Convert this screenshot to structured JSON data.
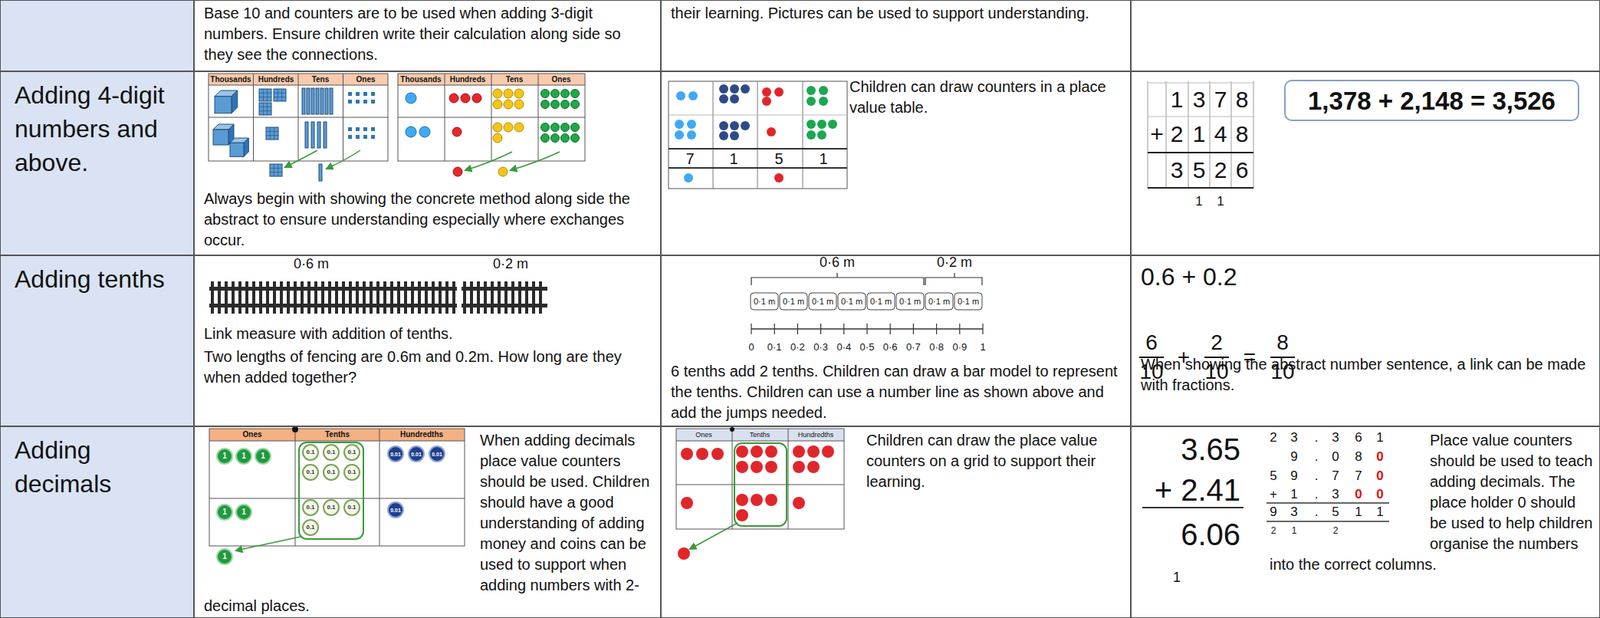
{
  "diagram": {
    "nodes": [
      {
        "text": [
          "Base 10 and counters are to be used when adding 3-digit numbers. Ensure children write their calculation along side so they see the connections."
        ]
      },
      {
        "text": [
          "their learning. Pictures can be used to support understanding."
        ]
      },
      {
        "text": [
          "Adding 4-digit numbers and above."
        ]
      },
      {
        "text": [
          "Always begin with showing the concrete method along side the abstract to ensure understanding especially where exchanges occur."
        ]
      },
      {
        "text": [
          "Children can draw counters in a place value table."
        ]
      },
      {
        "text": [
          "1,378 + 2,148 = 3,526"
        ]
      },
      {
        "text": [
          "Adding tenths"
        ]
      },
      {
        "text": [
          "Link measure with addition of tenths.",
          "Two lengths of fencing are 0.6m and 0.2m. How long are they when added together?"
        ]
      },
      {
        "text": [
          "6 tenths add 2 tenths. Children can draw a bar model to represent the tenths. Children can use a number line as shown above and add the jumps needed."
        ]
      },
      {
        "text": [
          "0.6 + 0.2",
          "When showing the abstract number sentence, a link can be made with fractions."
        ]
      },
      {
        "text": [
          "Adding decimals"
        ]
      },
      {
        "text": [
          "When adding decimals place value counters should be used. Children should have a good understanding of adding money and coins can be used to support when adding numbers with 2-decimal places."
        ]
      },
      {
        "text": [
          "Children can draw the place value counters on a grid to support their learning."
        ]
      },
      {
        "text": [
          "Place value counters should be used to teach adding decimals. The place holder 0 should be used to help children organise the numbers into the correct columns."
        ]
      }
    ],
    "labels": [
      "Thousands",
      "Hundreds",
      "Tens",
      "Ones",
      "Thousands",
      "Hundreds",
      "Tens",
      "Ones",
      "7",
      "1",
      "5",
      "1",
      "1",
      "3",
      "7",
      "8",
      "+",
      "2",
      "1",
      "4",
      "8",
      "3",
      "5",
      "2",
      "6",
      "1",
      "1",
      "0·6 m",
      "0·2 m",
      "0·6 m",
      "0·2 m",
      "0·1 m",
      "0·1 m",
      "0·1 m",
      "0·1 m",
      "0·1 m",
      "0·1 m",
      "0·1 m",
      "0·1 m",
      "0",
      "0·1",
      "0·2",
      "0·3",
      "0·4",
      "0·5",
      "0·6",
      "0·7",
      "0·8",
      "0·9",
      "1",
      "6",
      "10",
      "+",
      "2",
      "10",
      "=",
      "8",
      "10",
      "Ones",
      "Tenths",
      "Hundredths",
      "1",
      "1",
      "1",
      "0.1",
      "0.1",
      "0.1",
      "0.1",
      "0.1",
      "0.1",
      "0.01",
      "0.01",
      "0.01",
      "1",
      "1",
      "0.1",
      "0.1",
      "0.1",
      "0.1",
      "0.01",
      "1",
      "Ones",
      "Tenths",
      "Hundredths",
      "3.65",
      "+ 2.41",
      "6.06",
      "1",
      "2",
      "3",
      ".",
      "3",
      "6",
      "1",
      "9",
      ".",
      "0",
      "8",
      "0",
      "5",
      "9",
      ".",
      "7",
      "7",
      "0",
      "+",
      "1",
      ".",
      "3",
      "0",
      "0",
      "9",
      "3",
      ".",
      "5",
      "1",
      "1",
      "2",
      "1",
      "2"
    ]
  }
}
